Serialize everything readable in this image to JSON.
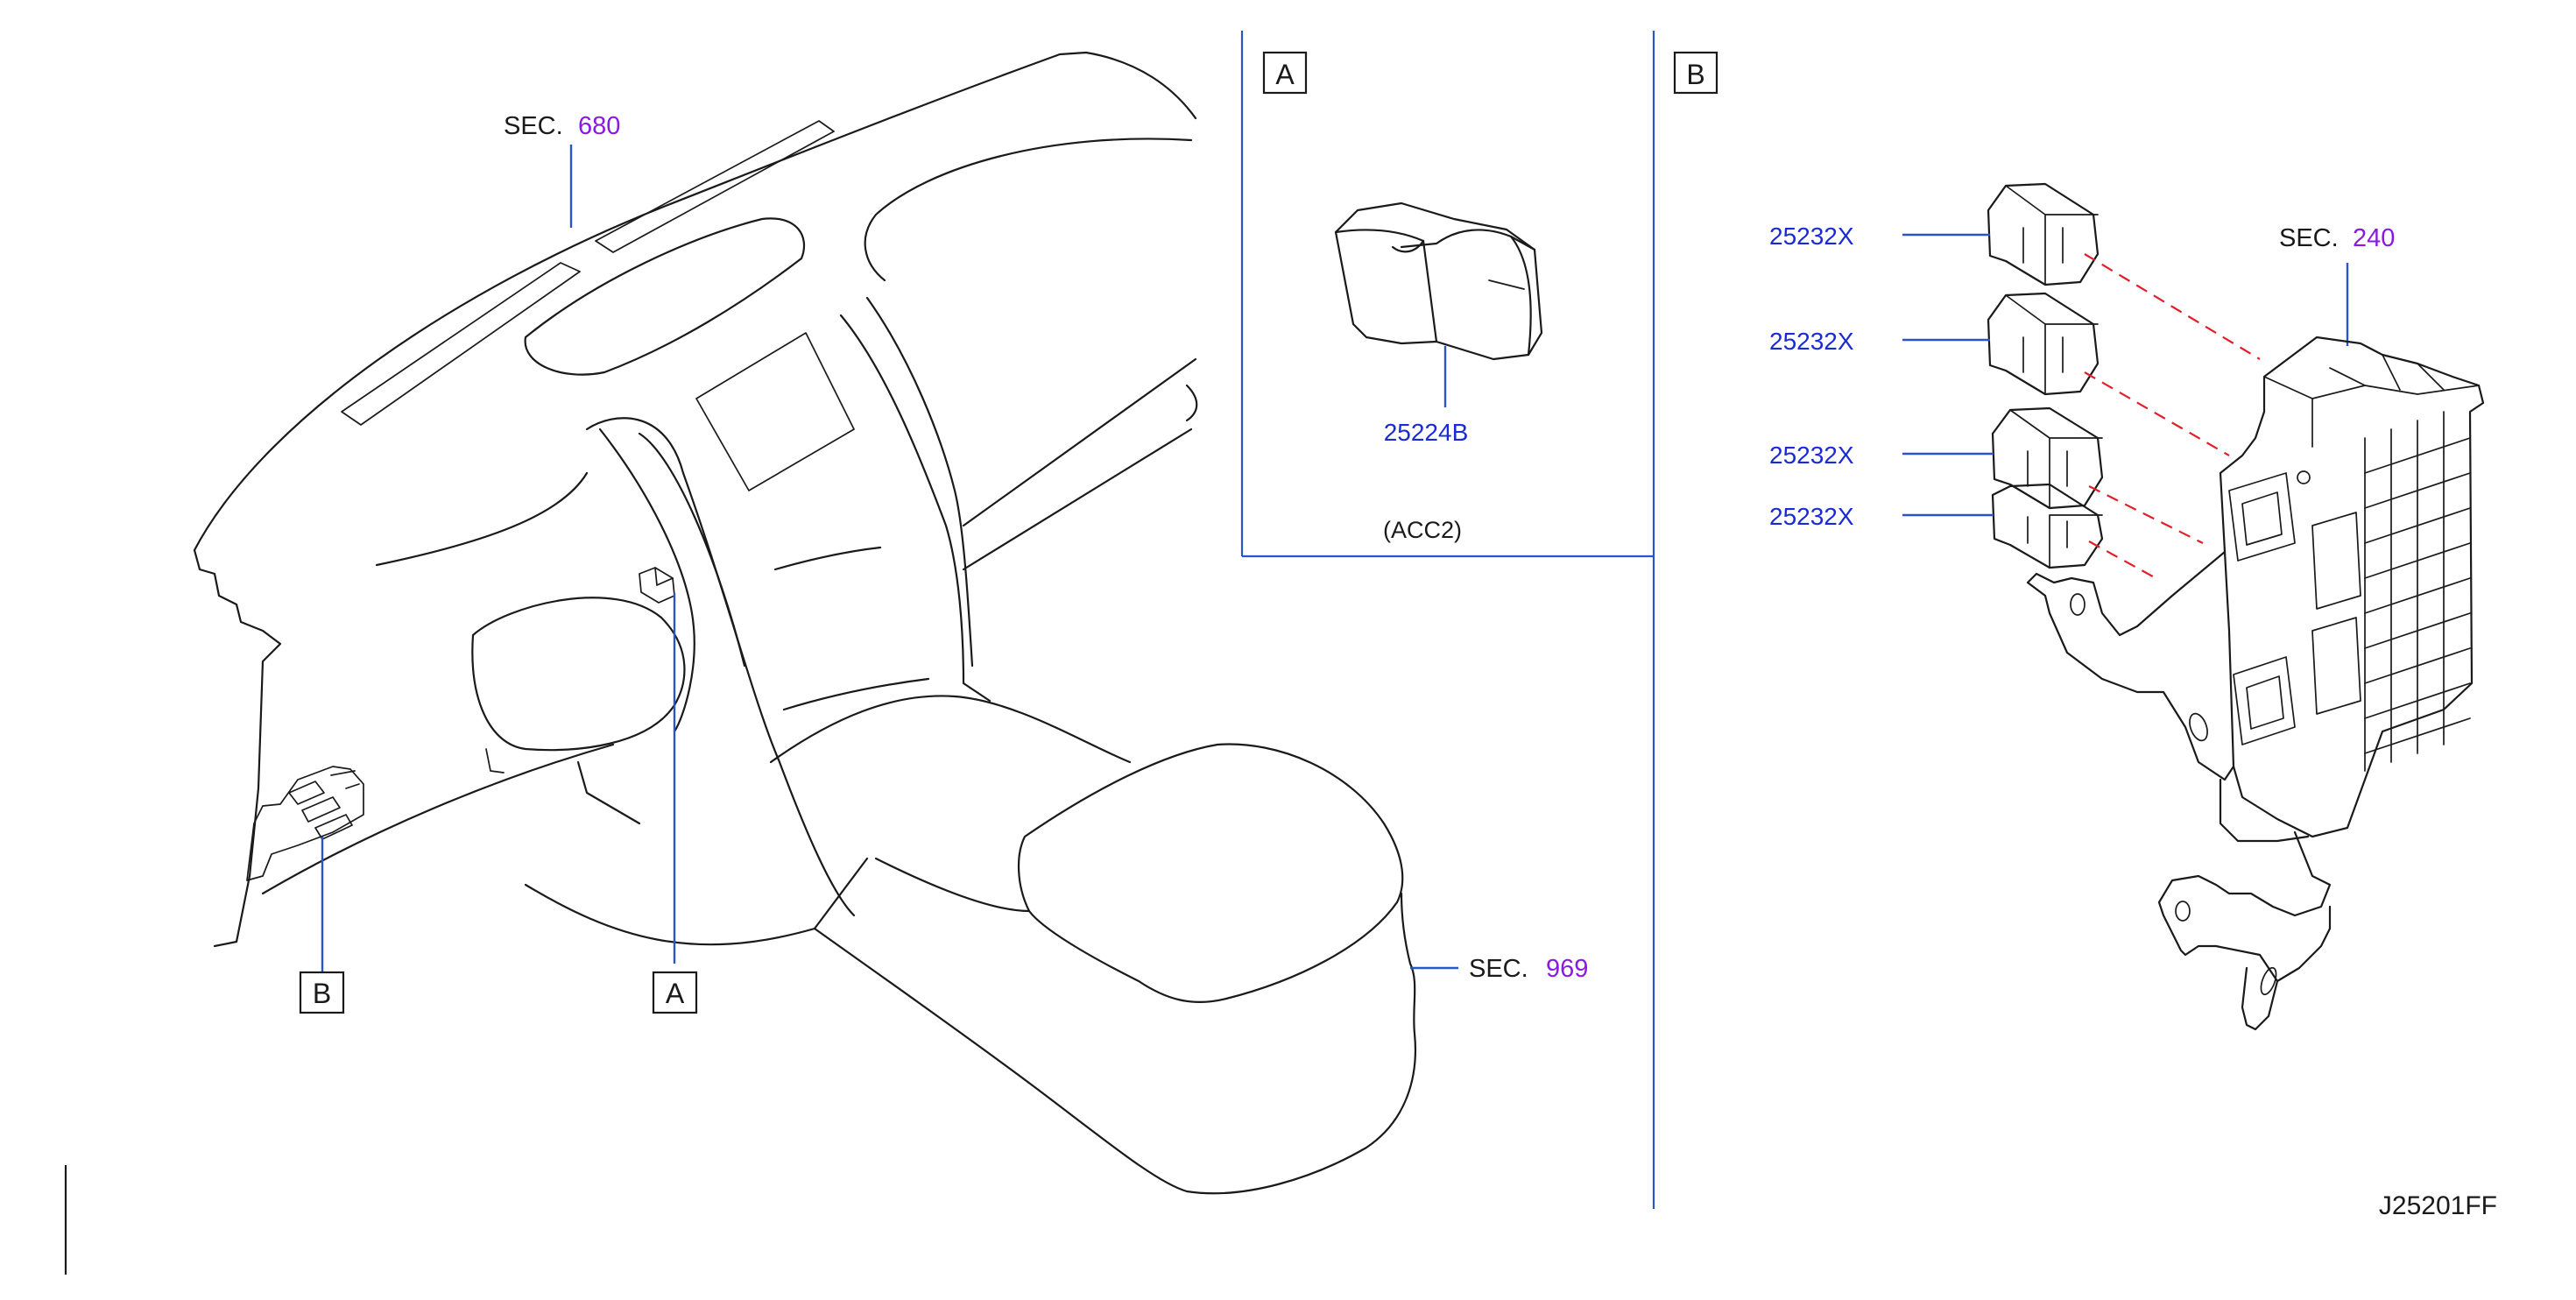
{
  "colors": {
    "line": "#1a1a1a",
    "leader": "#2a55c8",
    "part_number": "#1a2bd6",
    "section_number": "#8a1ae0",
    "phantom_line": "#e0202a"
  },
  "section_refs": [
    {
      "prefix": "SEC.",
      "number": "680"
    },
    {
      "prefix": "SEC.",
      "number": "969"
    },
    {
      "prefix": "SEC.",
      "number": "240"
    }
  ],
  "view_labels": {
    "main_a": "A",
    "main_b": "B",
    "panel_a": "A",
    "panel_b": "B"
  },
  "panel_a": {
    "part_number": "25224B",
    "caption": "(ACC2)"
  },
  "panel_b": {
    "part_numbers": [
      "25232X",
      "25232X",
      "25232X",
      "25232X"
    ]
  },
  "diagram_code": "J25201FF"
}
